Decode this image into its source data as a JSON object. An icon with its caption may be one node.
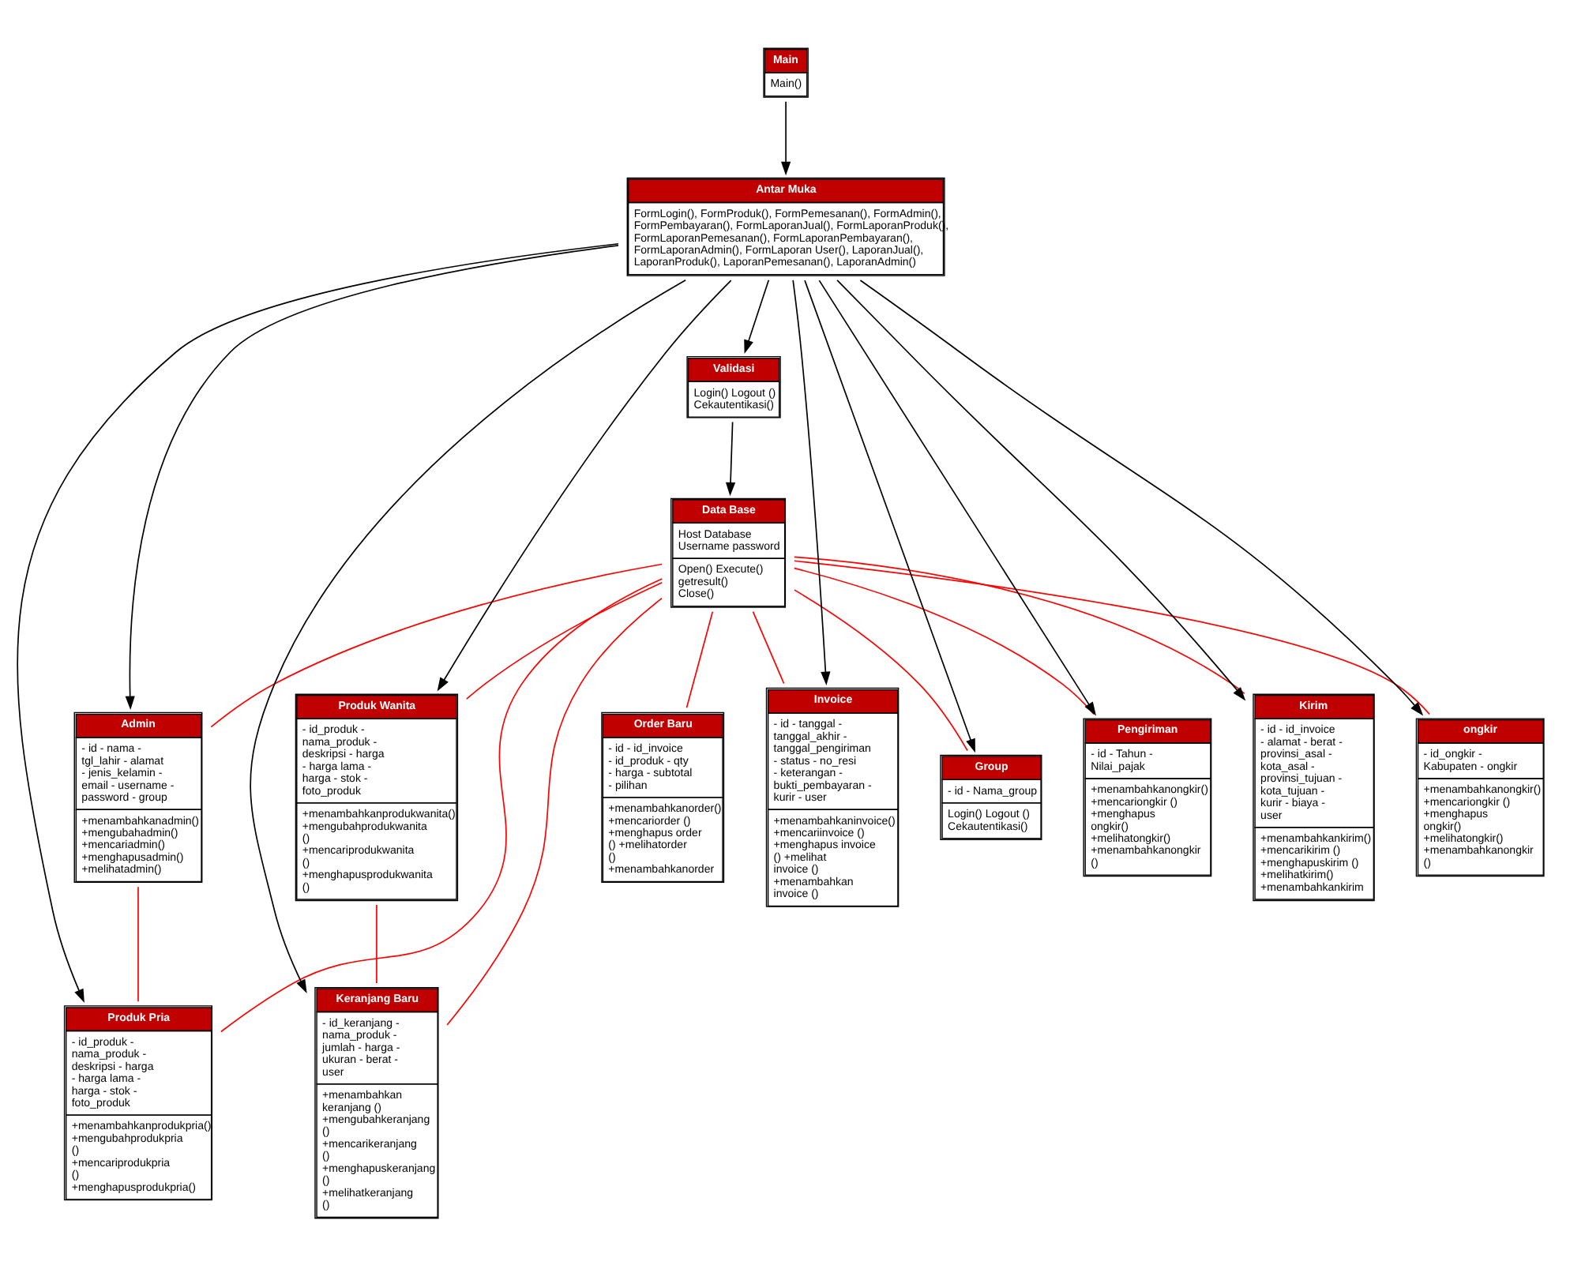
{
  "diagram": {
    "nodes": [
      {
        "text": [
          "Admin",
          "- id - nama - tgl_lahir - alamat - jenis_kelamin - email - username - password - group",
          "+menambahkanadmin() +mengubahadmin() +mencariadmin() +menghapusadmin() +melihatadmin()"
        ]
      },
      {
        "text": [
          "Produk Pria",
          "- id_produk - nama_produk - deskripsi - harga - harga lama - harga - stok - foto_produk",
          "+menambahkanprodukpria() +mengubahprodukpria () +mencariprodukpria () +menghapusprodukpria()"
        ]
      },
      {
        "text": [
          "Produk Wanita",
          "- id_produk - nama_produk - deskripsi - harga - harga lama - harga - stok - foto_produk",
          "+menambahkanprodukwanita() +mengubahprodukwanita () +mencariprodukwanita () +menghapusprodukwanita ()"
        ]
      },
      {
        "text": [
          "Keranjang Baru",
          "- id_keranjang - nama_produk - jumlah - harga - ukuran - berat - user",
          "+menambahkan keranjang () +mengubahkeranjang () +mencarikeranjang () +menghapuskeranjang () +melihatkeranjang ()"
        ]
      },
      {
        "text": [
          "Invoice",
          "- id - tanggal - tanggal_akhir - tanggal_pengiriman - status - no_resi - keterangan - bukti_pembayaran - kurir - user",
          "+menambahkaninvoice() +mencariinvoice () +menghapus invoice () +melihat invoice () +menambahkan invoice ()"
        ]
      },
      {
        "text": [
          "Group",
          "- id - Nama_group",
          "Login() Logout () Cekautentikasi()"
        ]
      },
      {
        "text": [
          "Validasi",
          "Login() Logout () Cekautentikasi()"
        ]
      },
      {
        "text": [
          "Data Base",
          "Host Database Username password",
          "Open() Execute() getresult() Close()"
        ]
      },
      {
        "text": [
          "Main",
          "Main()"
        ]
      },
      {
        "text": [
          "Antar Muka",
          "FormLogin(), FormProduk(), FormPemesanan(), FormAdmin(), FormPembayaran(), FormLaporanJual(), FormLaporanProduk(), FormLaporanPemesanan(), FormLaporanPembayaran(), FormLaporanAdmin(), FormLaporan User(), LaporanJual(), LaporanProduk(), LaporanPemesanan(), LaporanAdmin()"
        ]
      },
      {
        "text": [
          "Pengiriman",
          "- id - Tahun - Nilai_pajak",
          "+menambahkanongkir() +mencariongkir () +menghapus ongkir() +melihatongkir() +menambahkanongkir ()"
        ]
      },
      {
        "text": [
          "Order Baru",
          "- id - id_invoice - id_produk - qty - harga - subtotal - pilihan",
          "+menambahkanorder() +mencariorder () +menghapus order () +melihatorder () +menambahkanorder"
        ]
      },
      {
        "text": [
          "Kirim",
          "- id - id_invoice - alamat - berat - provinsi_asal - kota_asal - provinsi_tujuan - kota_tujuan - kurir - biaya - user",
          "+menambahkankirim() +mencarikirim () +menghapuskirim () +melihatkirim() +menambahkankirim"
        ]
      },
      {
        "text": [
          "ongkir",
          "- id_ongkir - Kabupaten - ongkir",
          "+menambahkanongkir() +mencariongkir () +menghapus ongkir() +melihatongkir() +menambahkanongkir ()"
        ]
      }
    ],
    "edges": [
      {
        "from": 9,
        "to": 0,
        "arrow": "to"
      },
      {
        "from": 9,
        "to": 1,
        "arrow": "to"
      },
      {
        "from": 9,
        "to": 2,
        "arrow": "to"
      },
      {
        "from": 9,
        "to": 3,
        "arrow": "to"
      },
      {
        "from": 9,
        "to": 4,
        "arrow": "to"
      },
      {
        "from": 9,
        "to": 5,
        "arrow": "to"
      },
      {
        "from": 9,
        "to": 6,
        "arrow": "to"
      },
      {
        "from": 9,
        "to": 10,
        "arrow": "to"
      },
      {
        "from": 9,
        "to": 12,
        "arrow": "to"
      },
      {
        "from": 9,
        "to": 13,
        "arrow": "to"
      },
      {
        "from": 8,
        "to": 9,
        "arrow": "to"
      },
      {
        "from": 6,
        "to": 7,
        "arrow": "to"
      },
      {
        "from": 0,
        "to": 1,
        "arrow": "none",
        "color": "#ff0000"
      },
      {
        "from": 2,
        "to": 3,
        "arrow": "none",
        "color": "#ff0000"
      },
      {
        "from": 7,
        "to": 0,
        "arrow": "none",
        "color": "#ff0000"
      },
      {
        "from": 7,
        "to": 1,
        "arrow": "none",
        "color": "#ff0000"
      },
      {
        "from": 7,
        "to": 2,
        "arrow": "none",
        "color": "#ff0000"
      },
      {
        "from": 7,
        "to": 3,
        "arrow": "none",
        "color": "#ff0000"
      },
      {
        "from": 7,
        "to": 4,
        "arrow": "none",
        "color": "#ff0000"
      },
      {
        "from": 7,
        "to": 5,
        "arrow": "none",
        "color": "#ff0000"
      },
      {
        "from": 7,
        "to": 10,
        "arrow": "none",
        "color": "#ff0000"
      },
      {
        "from": 7,
        "to": 11,
        "arrow": "none",
        "color": "#ff0000"
      },
      {
        "from": 7,
        "to": 12,
        "arrow": "none",
        "color": "#ff0000"
      },
      {
        "from": 7,
        "to": 13,
        "arrow": "none",
        "color": "#ff0000"
      }
    ]
  }
}
